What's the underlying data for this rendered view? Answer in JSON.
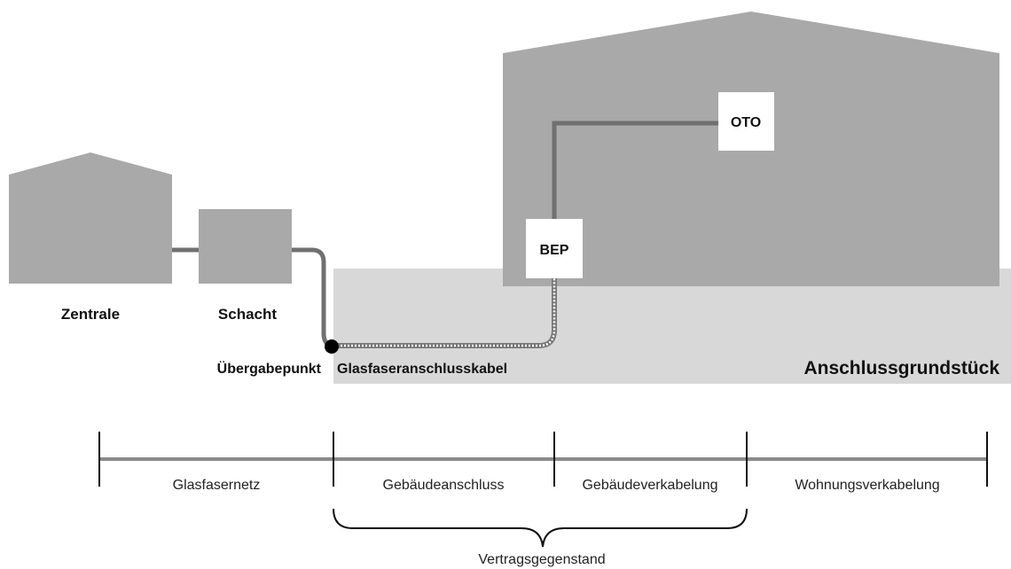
{
  "colors": {
    "building": "#a9a9a9",
    "plot": "#d8d8d8",
    "cable": "#707070",
    "box_fill": "#ffffff",
    "marker": "#000000",
    "text": "#111111"
  },
  "buildings": {
    "zentrale": "Zentrale",
    "schacht": "Schacht"
  },
  "nodes": {
    "bep": "BEP",
    "oto": "OTO",
    "uebergabepunkt": "Übergabepunkt"
  },
  "cable_label": "Glasfaseranschlusskabel",
  "plot_label": "Anschlussgrundstück",
  "segments": [
    {
      "label": "Glasfasernetz"
    },
    {
      "label": "Gebäudeanschluss"
    },
    {
      "label": "Gebäudeverkabelung"
    },
    {
      "label": "Wohnungsverkabelung"
    }
  ],
  "contract_label": "Vertragsgegenstand"
}
